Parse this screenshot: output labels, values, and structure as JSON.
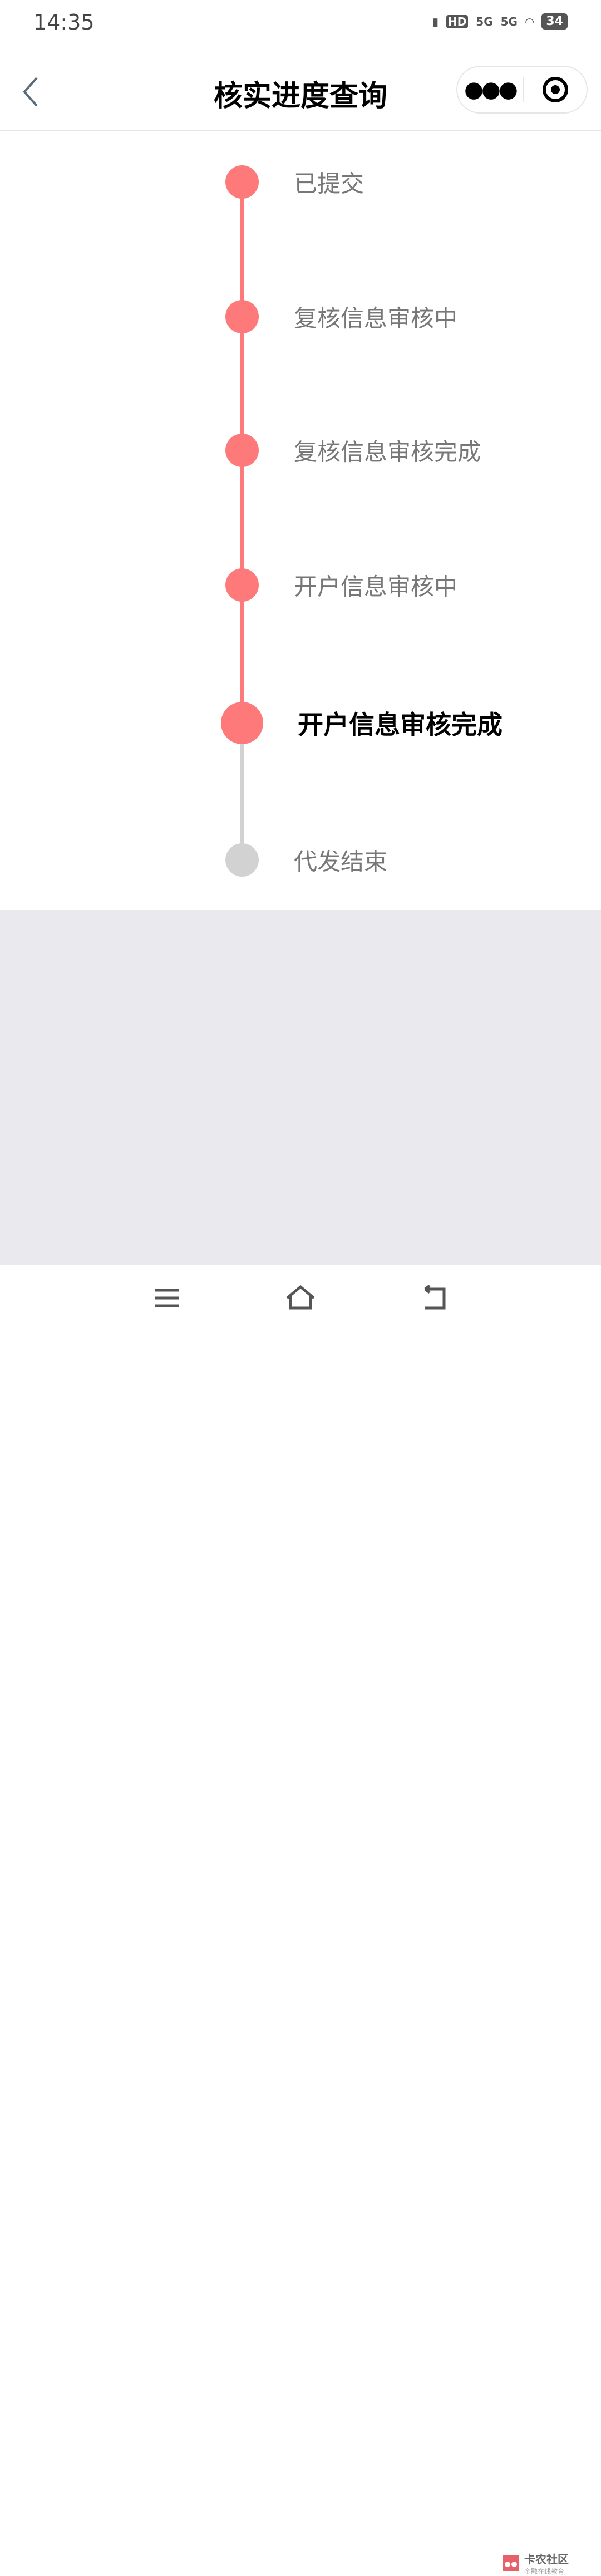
{
  "status_bar": {
    "time": "14:35",
    "battery": "34",
    "network": [
      "5G",
      "5G"
    ]
  },
  "header": {
    "title": "核实进度查询"
  },
  "timeline": {
    "colors": {
      "done": "#fe7a7a",
      "pending": "#d2d2d2"
    },
    "steps": [
      {
        "label": "已提交",
        "state": "done"
      },
      {
        "label": "复核信息审核中",
        "state": "done"
      },
      {
        "label": "复核信息审核完成",
        "state": "done"
      },
      {
        "label": "开户信息审核中",
        "state": "done"
      },
      {
        "label": "开户信息审核完成",
        "state": "current"
      },
      {
        "label": "代发结束",
        "state": "pending"
      }
    ]
  },
  "watermark": {
    "name": "卡农社区",
    "tagline": "金融在线教育"
  }
}
